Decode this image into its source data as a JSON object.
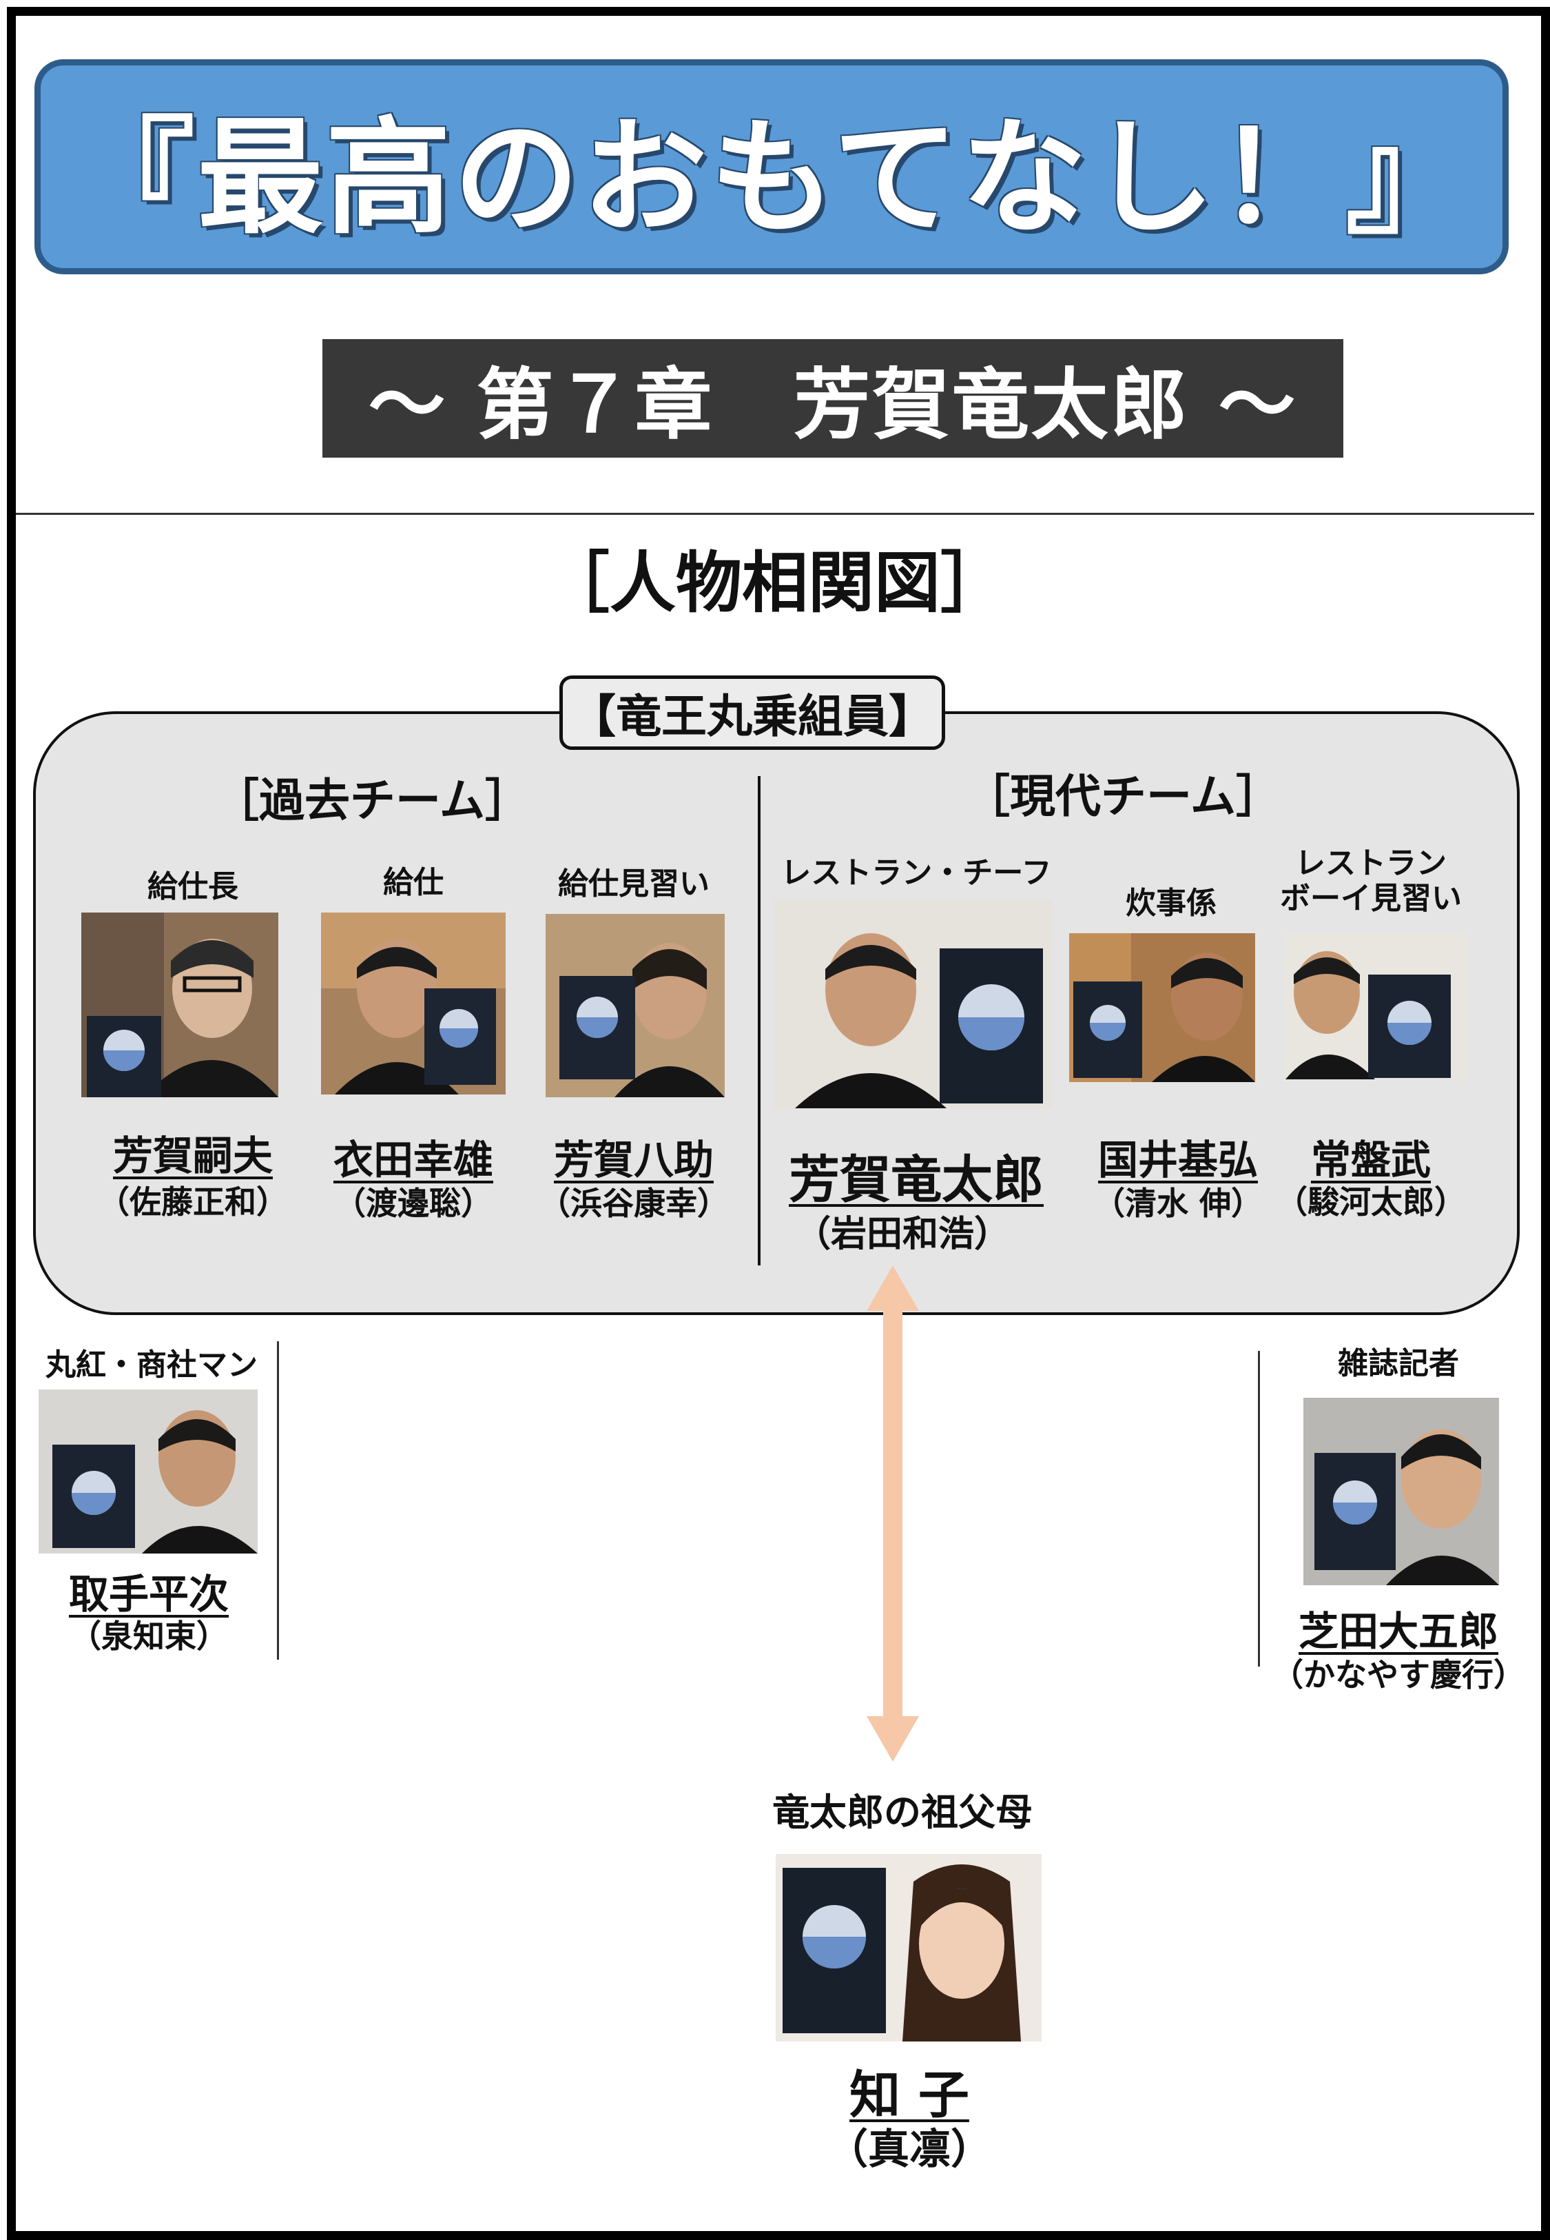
{
  "title": "『最高のおもてなし！』",
  "chapter": "～ 第７章　芳賀竜太郎 ～",
  "diagram_heading": "［人物相関図］",
  "crew_group_label": "【竜王丸乗組員】",
  "teams": {
    "past": "［過去チーム］",
    "present": "［現代チーム］"
  },
  "people": {
    "tsuguo": {
      "role": "給仕長",
      "name": "芳賀嗣夫",
      "actor": "（佐藤正和）"
    },
    "yukio": {
      "role": "給仕",
      "name": "衣田幸雄",
      "actor": "（渡邊聡）"
    },
    "hachisuke": {
      "role": "給仕見習い",
      "name": "芳賀八助",
      "actor": "（浜谷康幸）"
    },
    "ryutaro": {
      "role": "レストラン・チーフ",
      "name": "芳賀竜太郎",
      "actor": "（岩田和浩）"
    },
    "kunii": {
      "role": "炊事係",
      "name": "国井基弘",
      "actor": "（清水 伸）"
    },
    "tokiwa": {
      "role_line1": "レストラン",
      "role_line2": "ボーイ見習い",
      "name": "常盤武",
      "actor": "（駿河太郎）"
    },
    "torite": {
      "role": "丸紅・商社マン",
      "name": "取手平次",
      "actor": "（泉知束）"
    },
    "shibata": {
      "role": "雑誌記者",
      "name": "芝田大五郎",
      "actor": "（かなやす慶行）"
    },
    "tomoko": {
      "role": "竜太郎の祖父母",
      "name": "知 子",
      "actor": "（真凛）"
    }
  },
  "colors": {
    "banner": "#5a9ad6",
    "banner_border": "#2e5c8a",
    "chapter_bar": "#383838",
    "crew_bg": "#e5e5e5",
    "arrow": "#f6c8a8"
  }
}
